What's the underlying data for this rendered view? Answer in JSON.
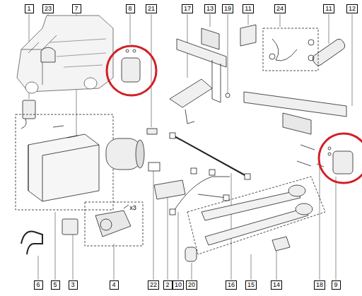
{
  "diagram": {
    "labels": [
      "1",
      "23",
      "7",
      "8",
      "21",
      "17",
      "13",
      "19",
      "11",
      "24",
      "11",
      "12",
      "x3",
      "6",
      "5",
      "3",
      "4",
      "22",
      "2",
      "10",
      "20",
      "16",
      "15",
      "14",
      "18",
      "9"
    ]
  }
}
